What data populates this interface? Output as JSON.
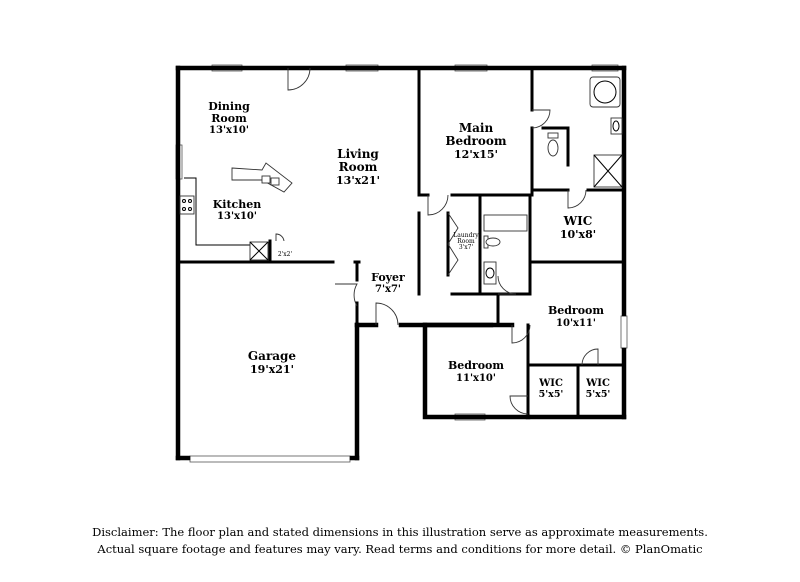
{
  "rooms": {
    "dining": {
      "name_line1": "Dining",
      "name_line2": "Room",
      "dimensions": "13'x10'"
    },
    "living": {
      "name_line1": "Living",
      "name_line2": "Room",
      "dimensions": "13'x21'"
    },
    "kitchen": {
      "name": "Kitchen",
      "dimensions": "13'x10'"
    },
    "pantry": {
      "dimensions": "2'x2'"
    },
    "main_bedroom": {
      "name_line1": "Main",
      "name_line2": "Bedroom",
      "dimensions": "12'x15'"
    },
    "main_wic": {
      "name": "WIC",
      "dimensions": "10'x8'"
    },
    "laundry": {
      "name_line1": "Laundry",
      "name_line2": "Room",
      "dimensions": "3'x7'"
    },
    "foyer": {
      "name": "Foyer",
      "dimensions": "7'x7'"
    },
    "garage": {
      "name": "Garage",
      "dimensions": "19'x21'"
    },
    "bedroom_right": {
      "name": "Bedroom",
      "dimensions": "10'x11'"
    },
    "bedroom_bottom": {
      "name": "Bedroom",
      "dimensions": "11'x10'"
    },
    "wic_left": {
      "name": "WIC",
      "dimensions": "5'x5'"
    },
    "wic_right": {
      "name": "WIC",
      "dimensions": "5'x5'"
    }
  },
  "disclaimer": {
    "line1": "Disclaimer: The floor plan and stated dimensions in this illustration serve as approximate measurements.",
    "line2": "Actual square footage and features may vary. Read terms and conditions for more detail. © PlanOmatic"
  }
}
